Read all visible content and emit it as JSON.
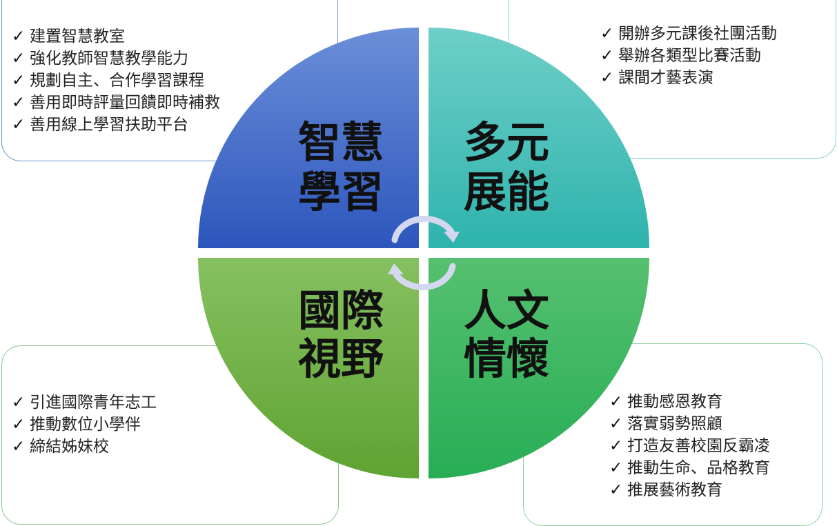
{
  "check_symbol": "✓",
  "quadrants": {
    "top_left": {
      "line1": "智慧",
      "line2": "學習",
      "color_top": "#6b8fd8",
      "color_bottom": "#2c56bd",
      "items": [
        "建置智慧教室",
        "強化教師智慧教學能力",
        "規劃自主、合作學習課程",
        "善用即時評量回饋即時補救",
        "善用線上學習扶助平台"
      ]
    },
    "top_right": {
      "line1": "多元",
      "line2": "展能",
      "color_top": "#6ecfc8",
      "color_bottom": "#2fb3ad",
      "items": [
        "開辦多元課後社團活動",
        "舉辦各類型比賽活動",
        "課間才藝表演"
      ]
    },
    "bottom_left": {
      "line1": "國際",
      "line2": "視野",
      "color_top": "#86c060",
      "color_bottom": "#5fa332",
      "items": [
        "引進國際青年志工",
        "推動數位小學伴",
        "締結姊妹校"
      ]
    },
    "bottom_right": {
      "line1": "人文",
      "line2": "情懷",
      "color_top": "#56c070",
      "color_bottom": "#27ad55",
      "items": [
        "推動感恩教育",
        "落實弱勢照顧",
        "打造友善校園反霸凌",
        "推動生命、品格教育",
        "推展藝術教育"
      ]
    }
  }
}
